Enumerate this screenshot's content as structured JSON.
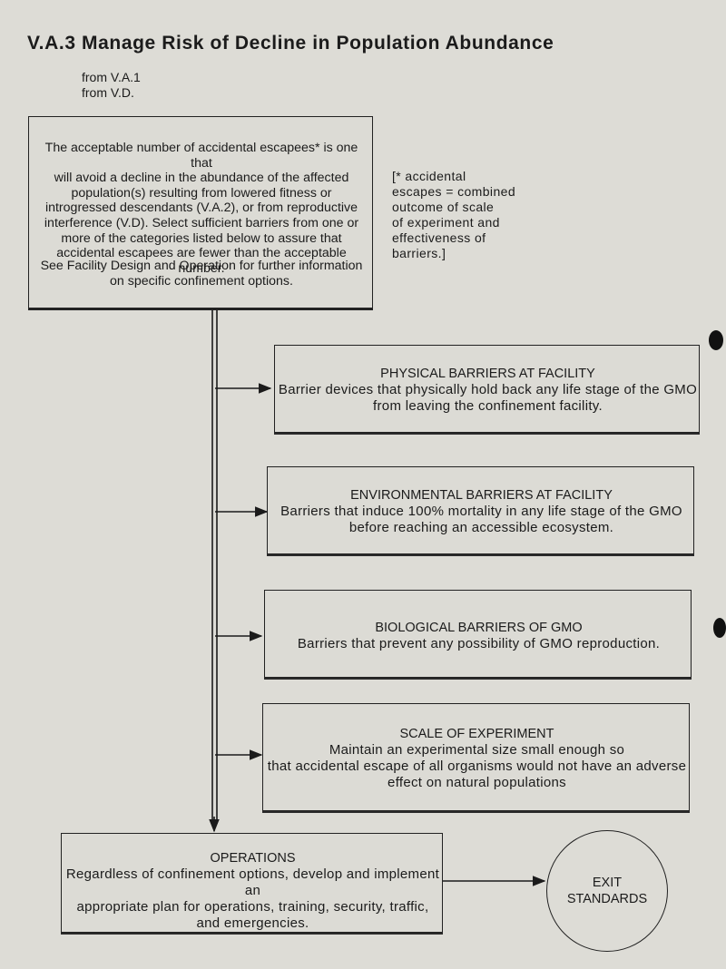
{
  "page_title": "V.A.3   Manage Risk of Decline in Population Abundance",
  "from_lines": [
    "from  V.A.1",
    "from V.D."
  ],
  "main_box": {
    "lines": [
      "The acceptable number of accidental escapees* is one that",
      "will avoid a decline in the abundance of the affected",
      "population(s) resulting from lowered fitness or",
      "introgressed descendants (V.A.2), or from reproductive",
      "interference (V.D).  Select sufficient barriers  from one or",
      "more of the categories listed below to assure  that",
      "accidental escapees are fewer than the acceptable number."
    ],
    "see_lines": [
      "See Facility Design and Operation  for further information",
      "on specific confinement options."
    ]
  },
  "footnote_lines": [
    "[*    accidental",
    "escapes = combined",
    "outcome of scale",
    "of experiment and",
    "effectiveness  of",
    "barriers.]"
  ],
  "barriers": [
    {
      "heading": "PHYSICAL BARRIERS AT FACILITY",
      "lines": [
        "Barrier devices that physically hold back any life stage of the GMO",
        "from  leaving  the  confinement  facility."
      ]
    },
    {
      "heading": "ENVIRONMENTAL BARRIERS AT FACILITY",
      "lines": [
        "Barriers that induce 100% mortality in any life stage of the GMO",
        "before reaching an accessible ecosystem."
      ]
    },
    {
      "heading": "BIOLOGICAL BARRIERS OF GMO",
      "lines": [
        "Barriers that prevent any possibility of GMO reproduction."
      ]
    },
    {
      "heading": "SCALE OF EXPERIMENT",
      "lines": [
        "Maintain an experimental size small enough so",
        "that  accidental escape of all organisms would not  have an adverse",
        "effect on natural populations"
      ]
    }
  ],
  "operations": {
    "heading": "OPERATIONS",
    "lines": [
      "Regardless of confinement options, develop and implement an",
      "appropriate  plan for operations, training, security, traffic,",
      "and emergencies."
    ]
  },
  "exit": [
    "EXIT",
    "STANDARDS"
  ]
}
